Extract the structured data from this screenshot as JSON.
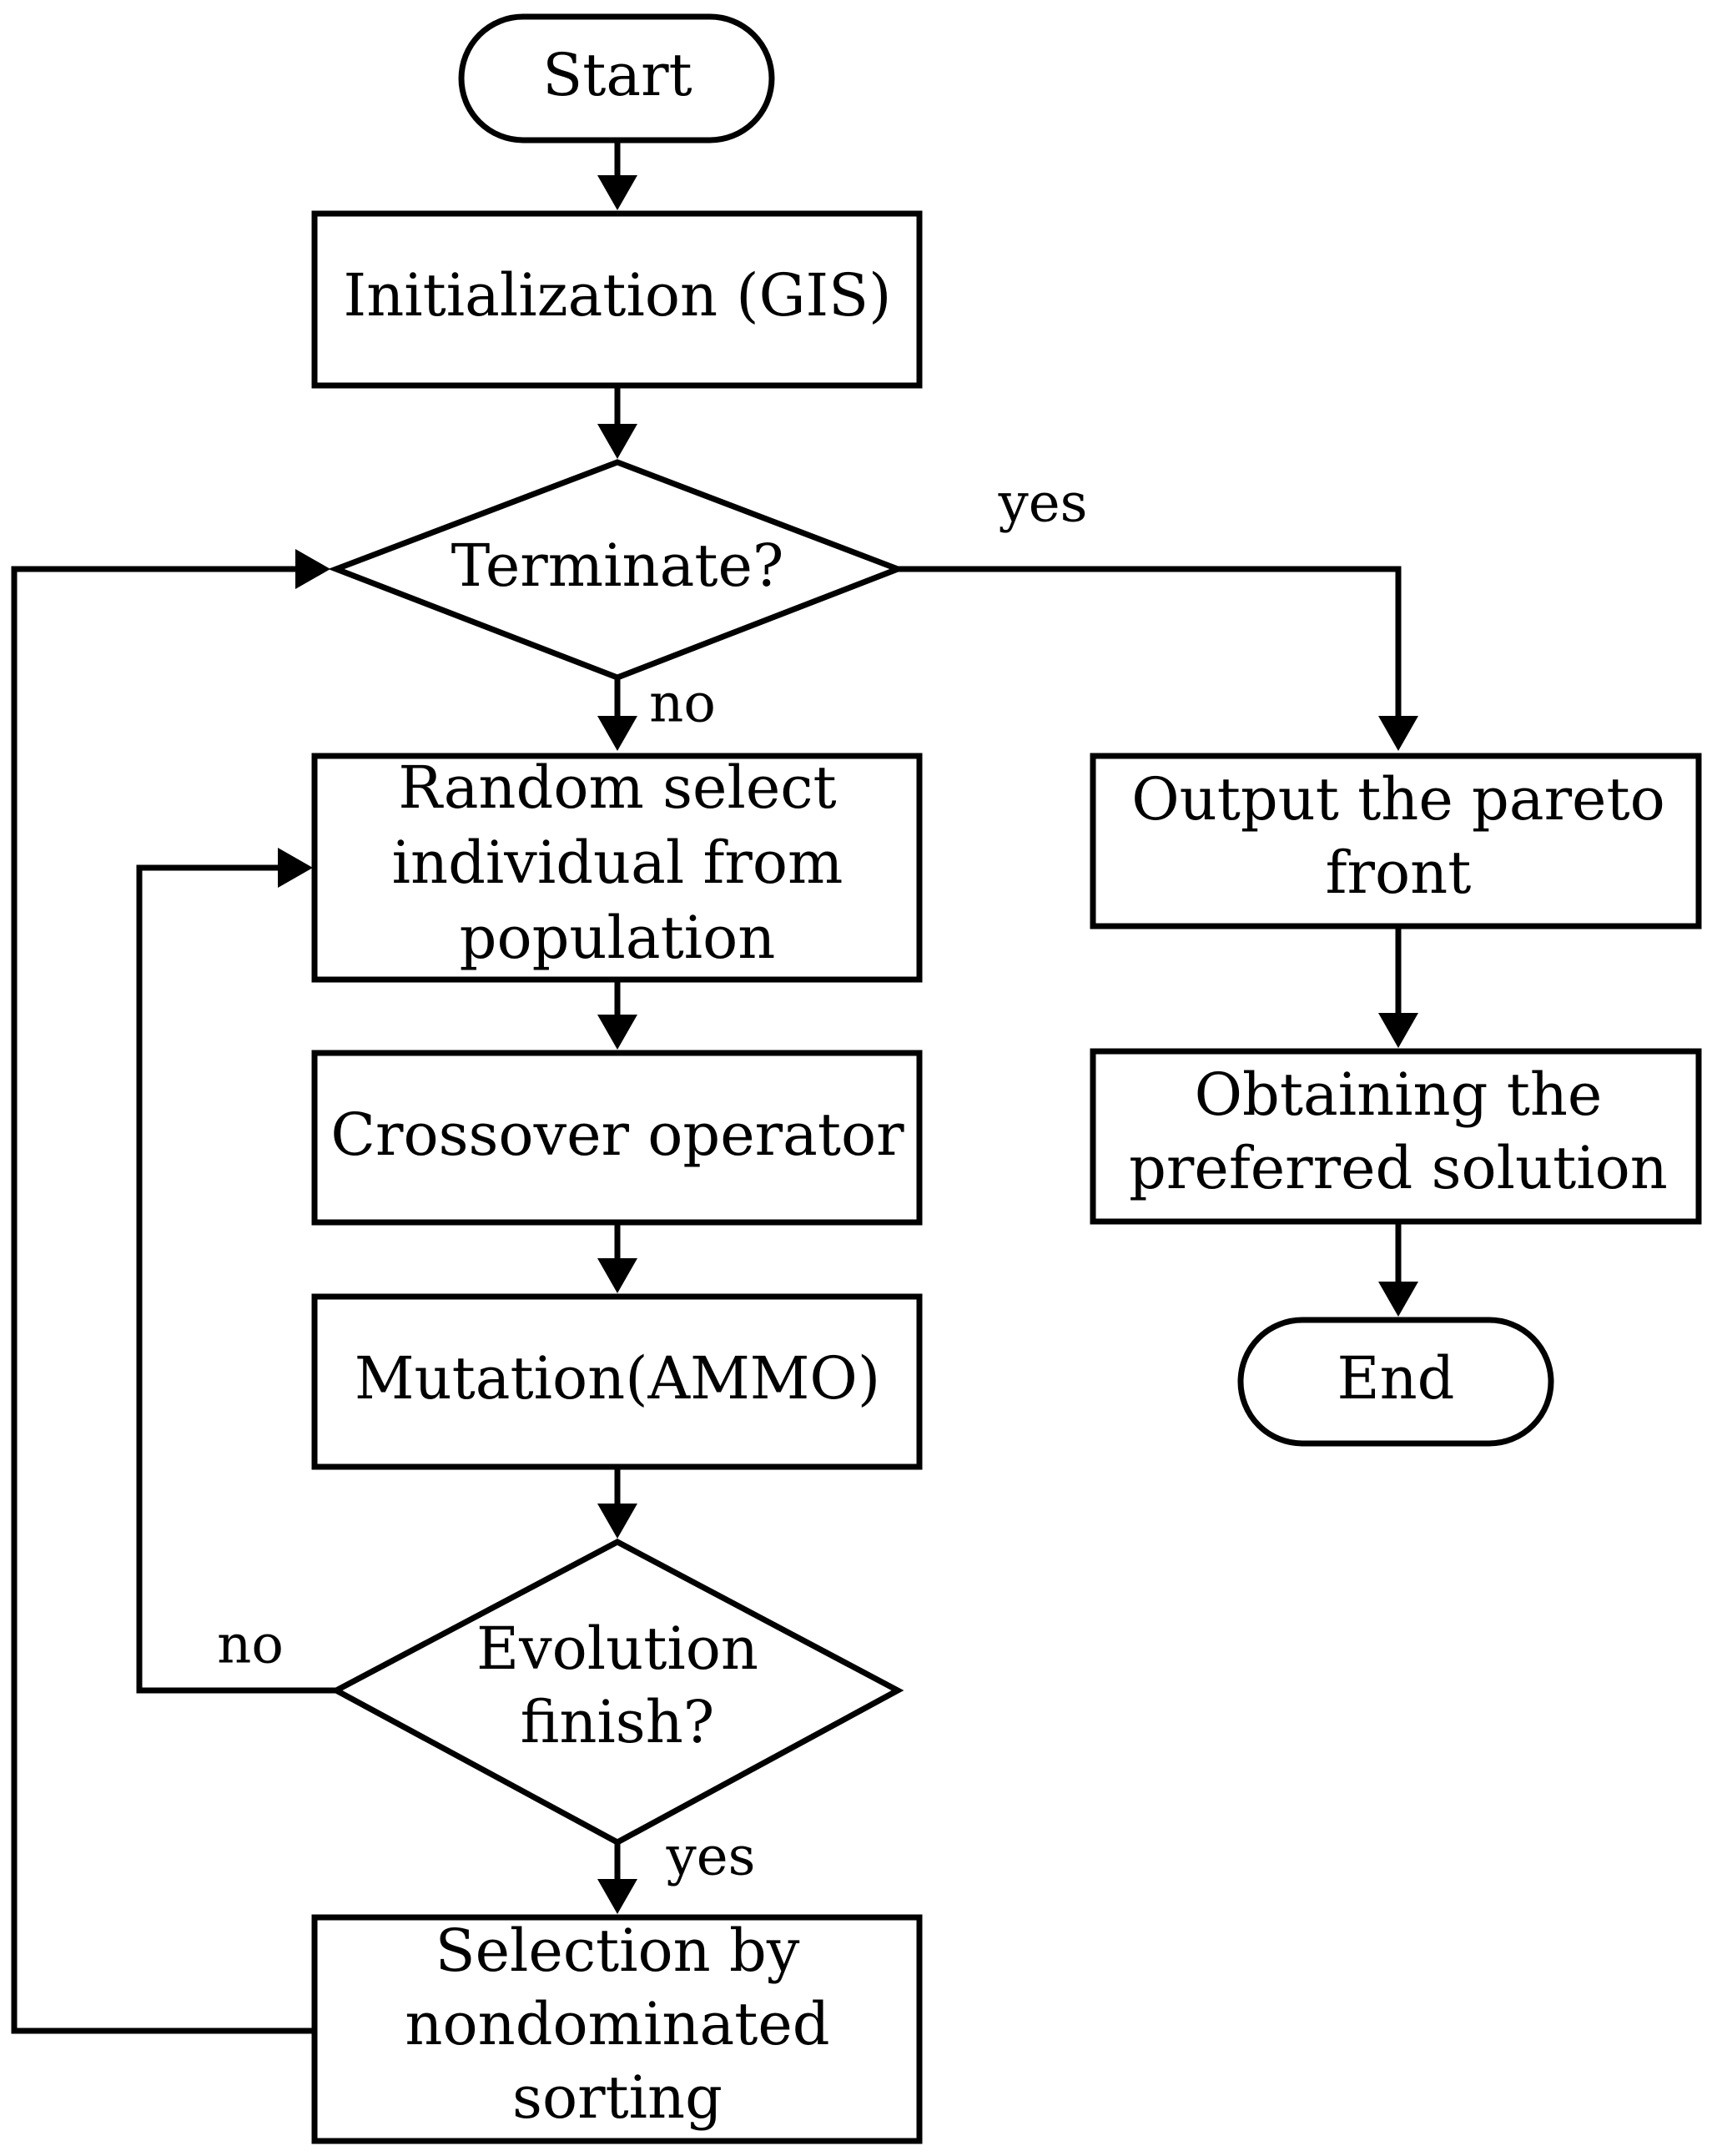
{
  "nodes": {
    "start": "Start",
    "init": "Initialization (GIS)",
    "terminate": "Terminate?",
    "random_select": [
      "Random select",
      "individual from",
      "population"
    ],
    "crossover": "Crossover operator",
    "mutation": "Mutation(AMMO)",
    "evolution_finish": [
      "Evolution",
      "finish?"
    ],
    "selection": [
      "Selection by",
      "nondominated",
      "sorting"
    ],
    "output": [
      "Output the pareto",
      "front"
    ],
    "obtaining": [
      "Obtaining the",
      "preferred solution"
    ],
    "end": "End"
  },
  "edges": {
    "terminate_yes": "yes",
    "terminate_no": "no",
    "evolution_no": "no",
    "evolution_yes": "yes"
  }
}
